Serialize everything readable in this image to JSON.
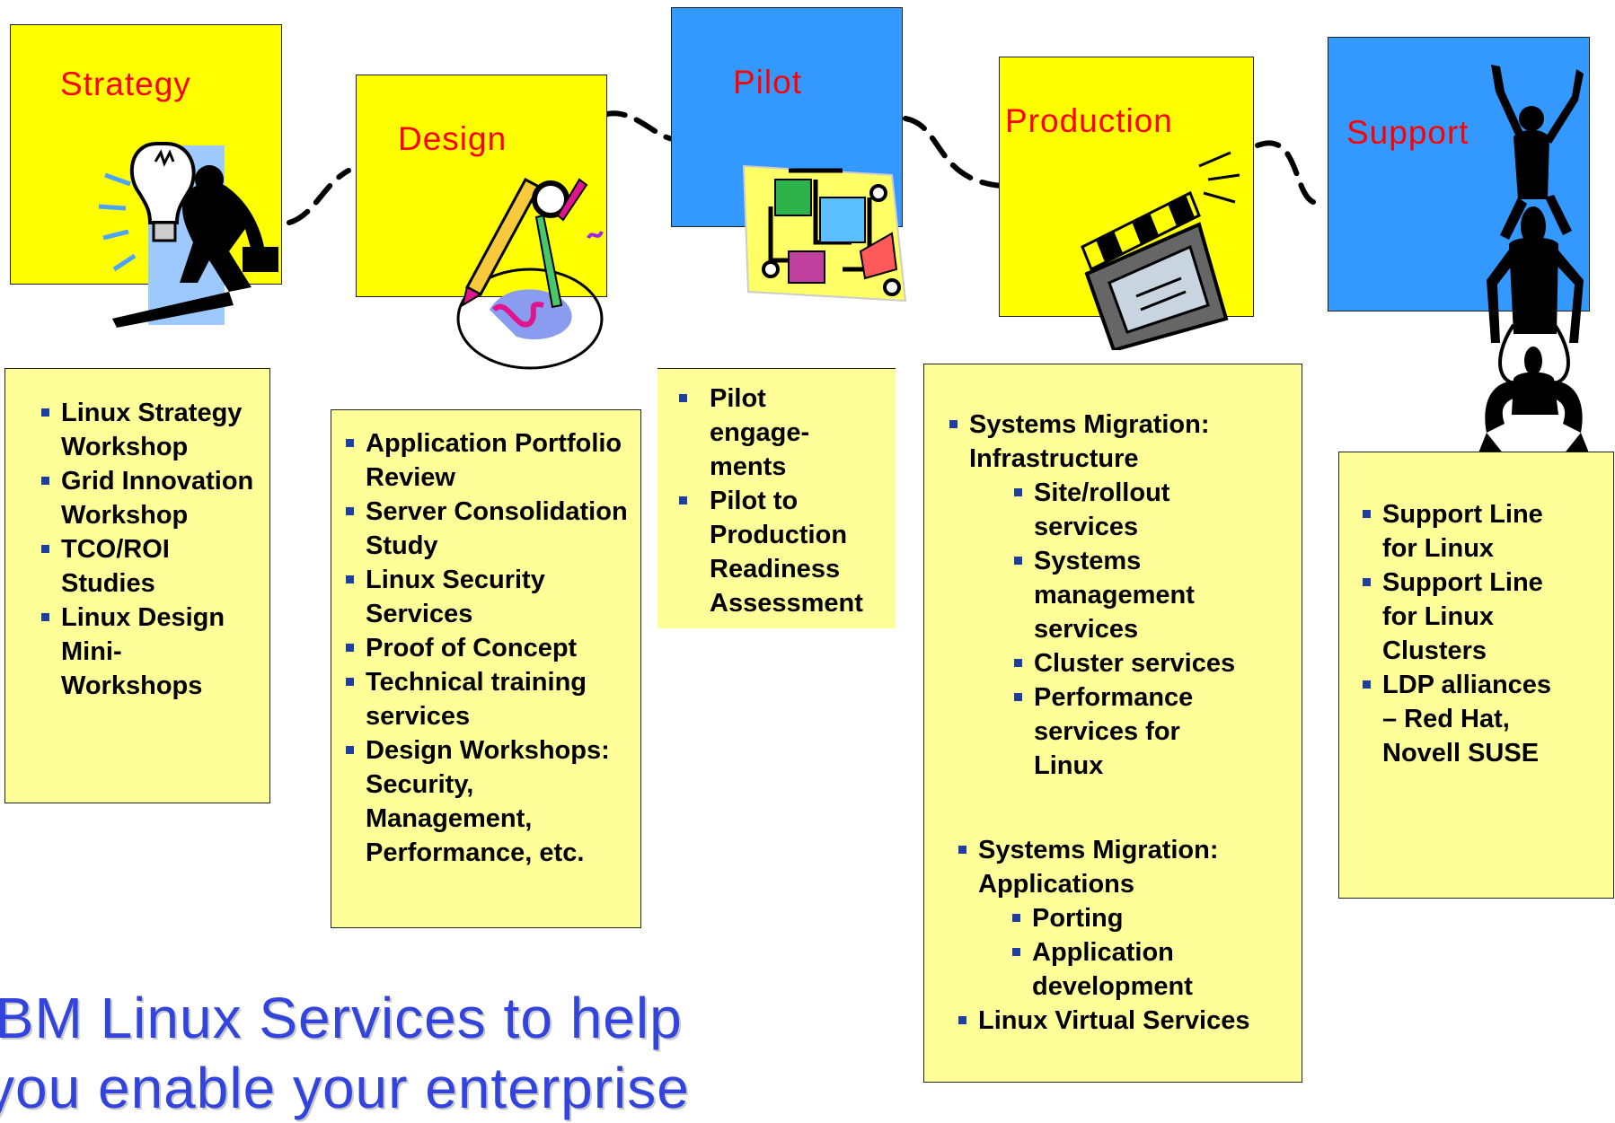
{
  "phases": [
    {
      "key": "strategy",
      "title": "Strategy",
      "color": "#ffff00"
    },
    {
      "key": "design",
      "title": "Design",
      "color": "#ffff00"
    },
    {
      "key": "pilot",
      "title": "Pilot",
      "color": "#3399ff"
    },
    {
      "key": "production",
      "title": "Production",
      "color": "#ffff00"
    },
    {
      "key": "support",
      "title": "Support",
      "color": "#3399ff"
    }
  ],
  "strategy_items": [
    "Linux Strategy Workshop",
    "Grid Innovation Workshop",
    "TCO/ROI Studies",
    "Linux Design Mini-Workshops"
  ],
  "design_items": [
    "Application Portfolio Review",
    "Server Consolidation Study",
    "Linux Security Services",
    "Proof of Concept",
    "Technical training services",
    "Design Workshops: Security, Management, Performance, etc."
  ],
  "pilot_items": [
    "Pilot engage-ments",
    "Pilot to Production Readiness Assessment"
  ],
  "production": {
    "infrastructure": "Systems Migration: Infrastructure",
    "infrastructure_sub": [
      "Site/rollout services",
      "Systems management services",
      "Cluster services",
      "Performance services for Linux"
    ],
    "applications": "Systems Migration: Applications",
    "applications_sub": [
      "Porting",
      "Application development"
    ],
    "virtual": "Linux Virtual Services"
  },
  "support_items": [
    "Support Line for Linux",
    "Support Line for Linux Clusters",
    "LDP alliances – Red Hat, Novell SUSE"
  ],
  "caption": [
    "IBM Linux Services to help",
    "you enable your enterprise"
  ],
  "colors": {
    "bullet": "#1e3fa0",
    "title_red": "#ff0000",
    "caption_blue": "#3344dd",
    "list_bg": "#ffff99"
  },
  "icons": [
    "lightbulb-businessman-icon",
    "pencil-compass-icon",
    "puzzle-gears-icon",
    "clapperboard-icon",
    "acrobats-icon"
  ]
}
